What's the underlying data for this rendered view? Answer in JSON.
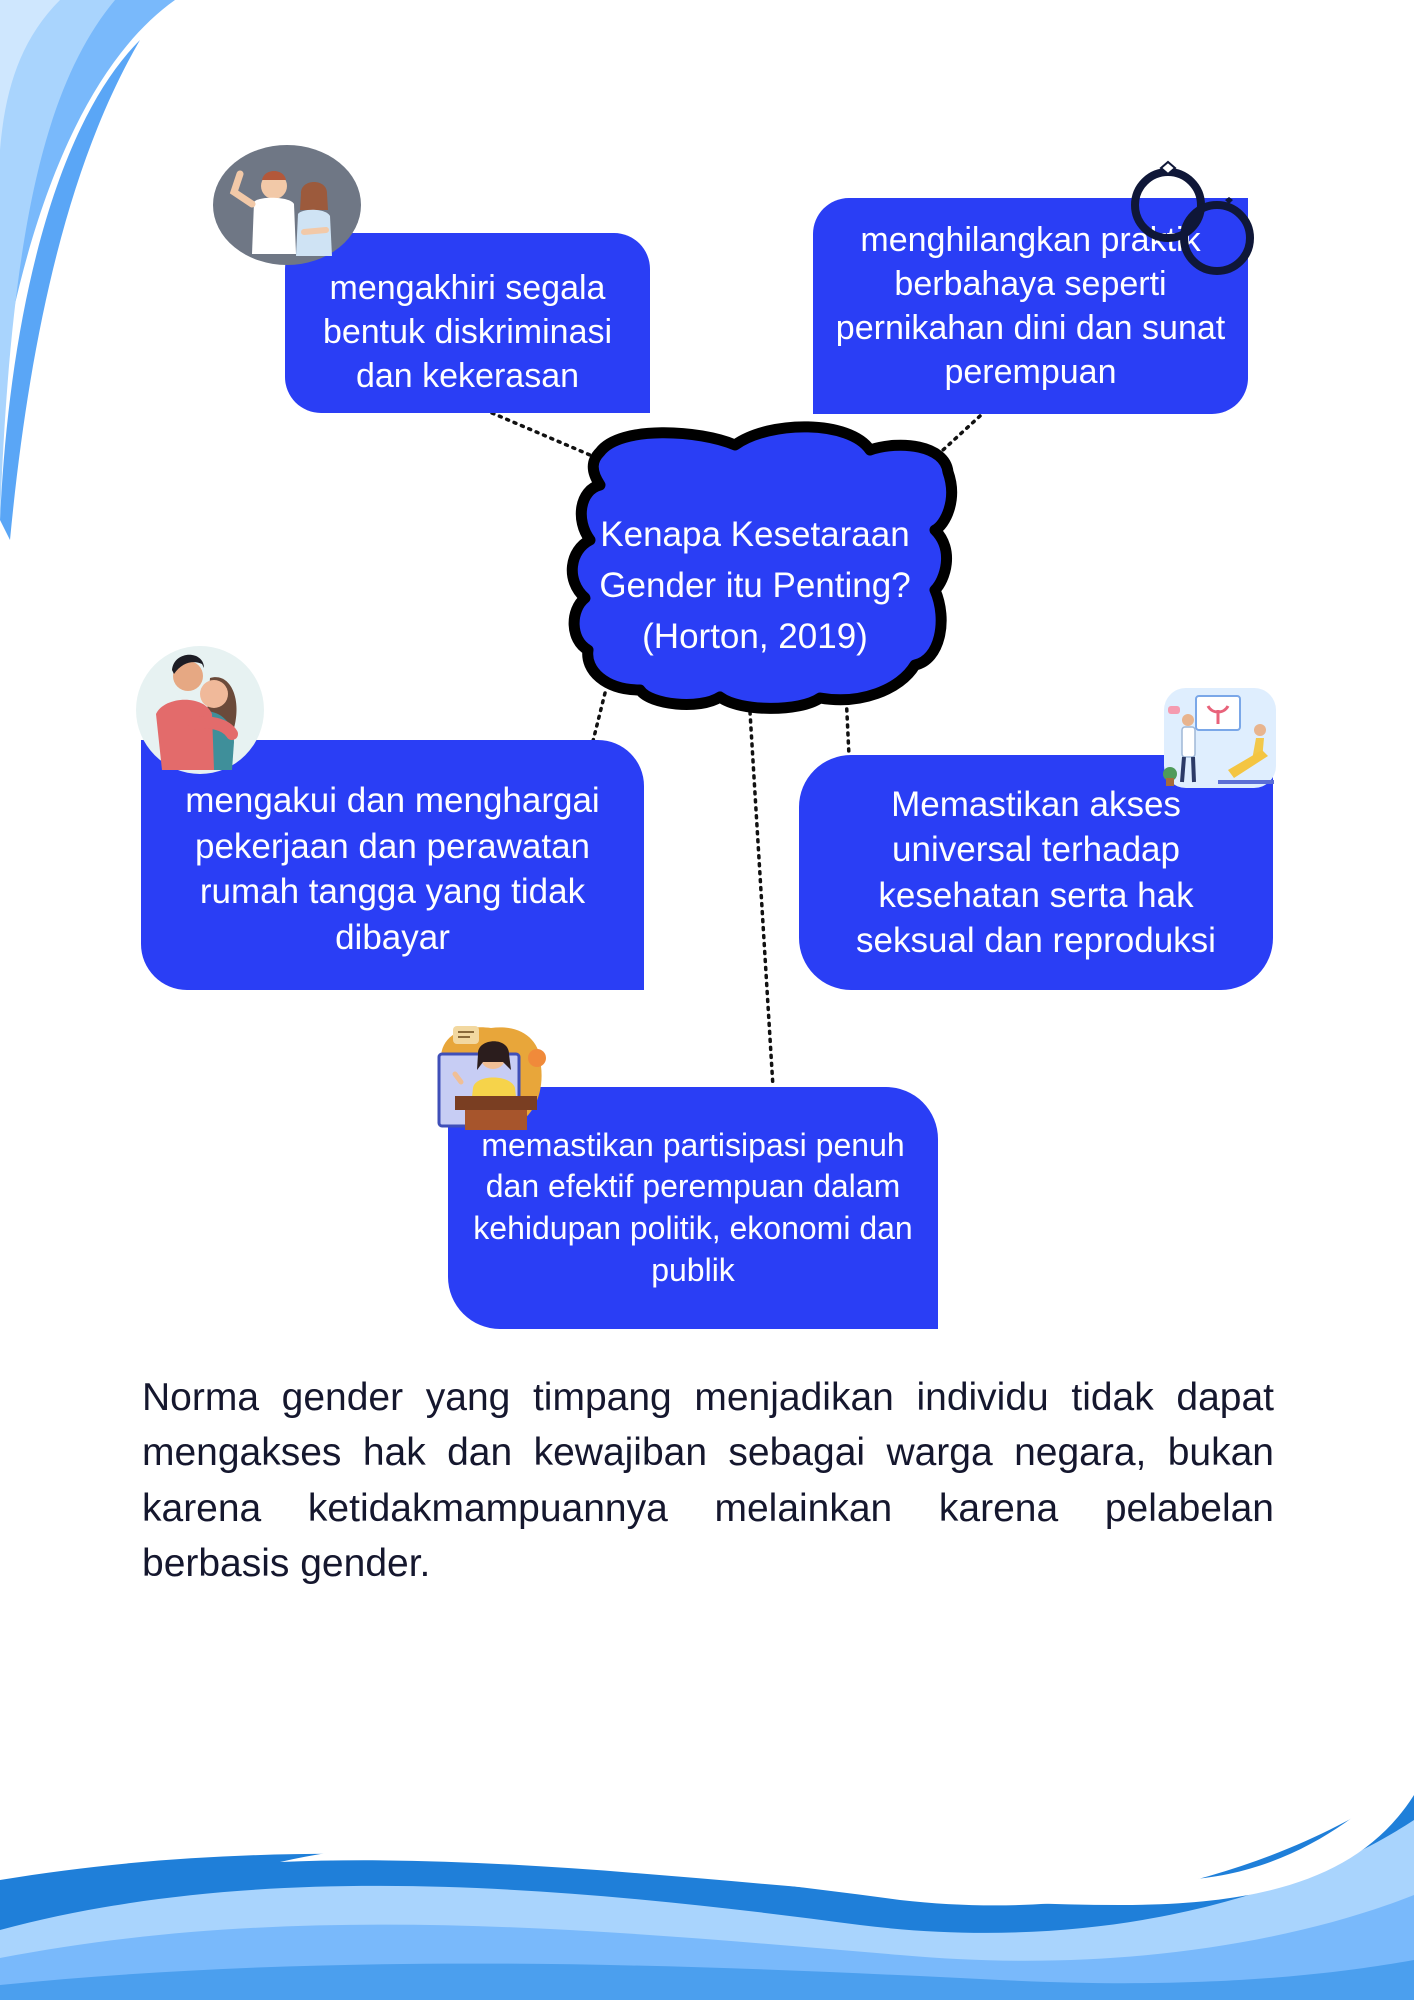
{
  "center": {
    "line1": "Kenapa Kesetaraan",
    "line2": "Gender itu Penting?",
    "line3": "(Horton, 2019)"
  },
  "nodes": [
    {
      "lines": [
        "mengakhiri segala",
        "bentuk diskriminasi",
        "dan kekerasan"
      ],
      "icon": "couple-conflict-illustration"
    },
    {
      "lines": [
        "menghilangkan praktik",
        "berbahaya seperti",
        "pernikahan dini dan sunat",
        "perempuan"
      ],
      "icon": "rings-icon"
    },
    {
      "lines": [
        "mengakui dan menghargai",
        "pekerjaan dan  perawatan",
        "rumah tangga yang tidak",
        "dibayar"
      ],
      "icon": "embracing-couple-illustration"
    },
    {
      "lines": [
        "Memastikan akses",
        "universal terhadap",
        "kesehatan serta hak",
        "seksual dan reproduksi"
      ],
      "icon": "doctor-consultation-illustration"
    },
    {
      "lines": [
        "memastikan partisipasi  penuh",
        "dan efektif perempuan dalam",
        "kehidupan politik, ekonomi dan",
        "publik"
      ],
      "icon": "woman-speaker-podium-illustration"
    }
  ],
  "paragraph": "Norma gender yang timpang menjadikan individu tidak dapat mengakses hak dan kewajiban sebagai warga negara, bukan karena ketidakmampuannya melainkan karena pelabelan berbasis gender.",
  "colors": {
    "box": "#2a3ef5",
    "wave_light": "#a9d4fd",
    "wave_mid": "#79b9fb",
    "wave_dark": "#3c8ee8",
    "text_dark": "#15172e"
  }
}
